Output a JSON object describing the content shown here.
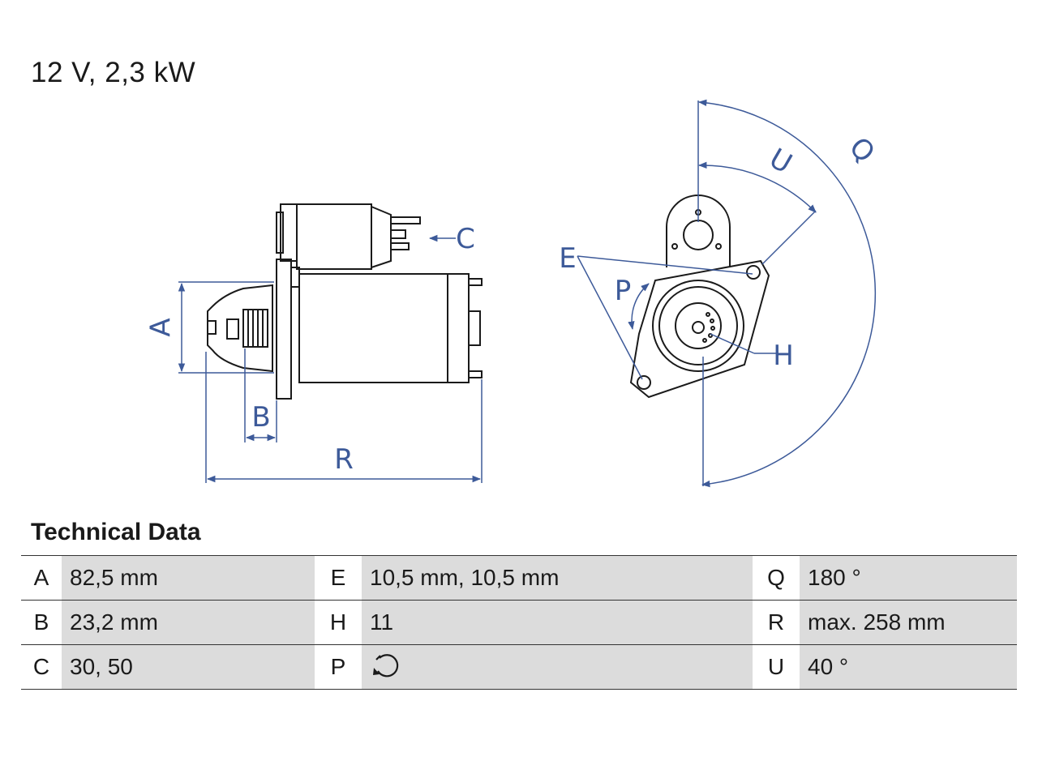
{
  "title": "12 V, 2,3 kW",
  "diagram": {
    "dim_labels": {
      "A": "A",
      "B": "B",
      "C": "C",
      "R": "R",
      "E": "E",
      "P": "P",
      "H": "H",
      "U": "U",
      "Q": "Q"
    },
    "dim_color": "#3d5a99",
    "line_color": "#1a1a1a"
  },
  "technical_data": {
    "heading": "Technical Data",
    "rows": [
      [
        {
          "key": "A",
          "value": "82,5 mm"
        },
        {
          "key": "E",
          "value": "10,5 mm, 10,5 mm"
        },
        {
          "key": "Q",
          "value": "180 °"
        }
      ],
      [
        {
          "key": "B",
          "value": "23,2 mm"
        },
        {
          "key": "H",
          "value": "11"
        },
        {
          "key": "R",
          "value": "max. 258 mm"
        }
      ],
      [
        {
          "key": "C",
          "value": "30, 50"
        },
        {
          "key": "P",
          "value": "",
          "icon": "rotation-clockwise-icon"
        },
        {
          "key": "U",
          "value": "40 °"
        }
      ]
    ]
  }
}
